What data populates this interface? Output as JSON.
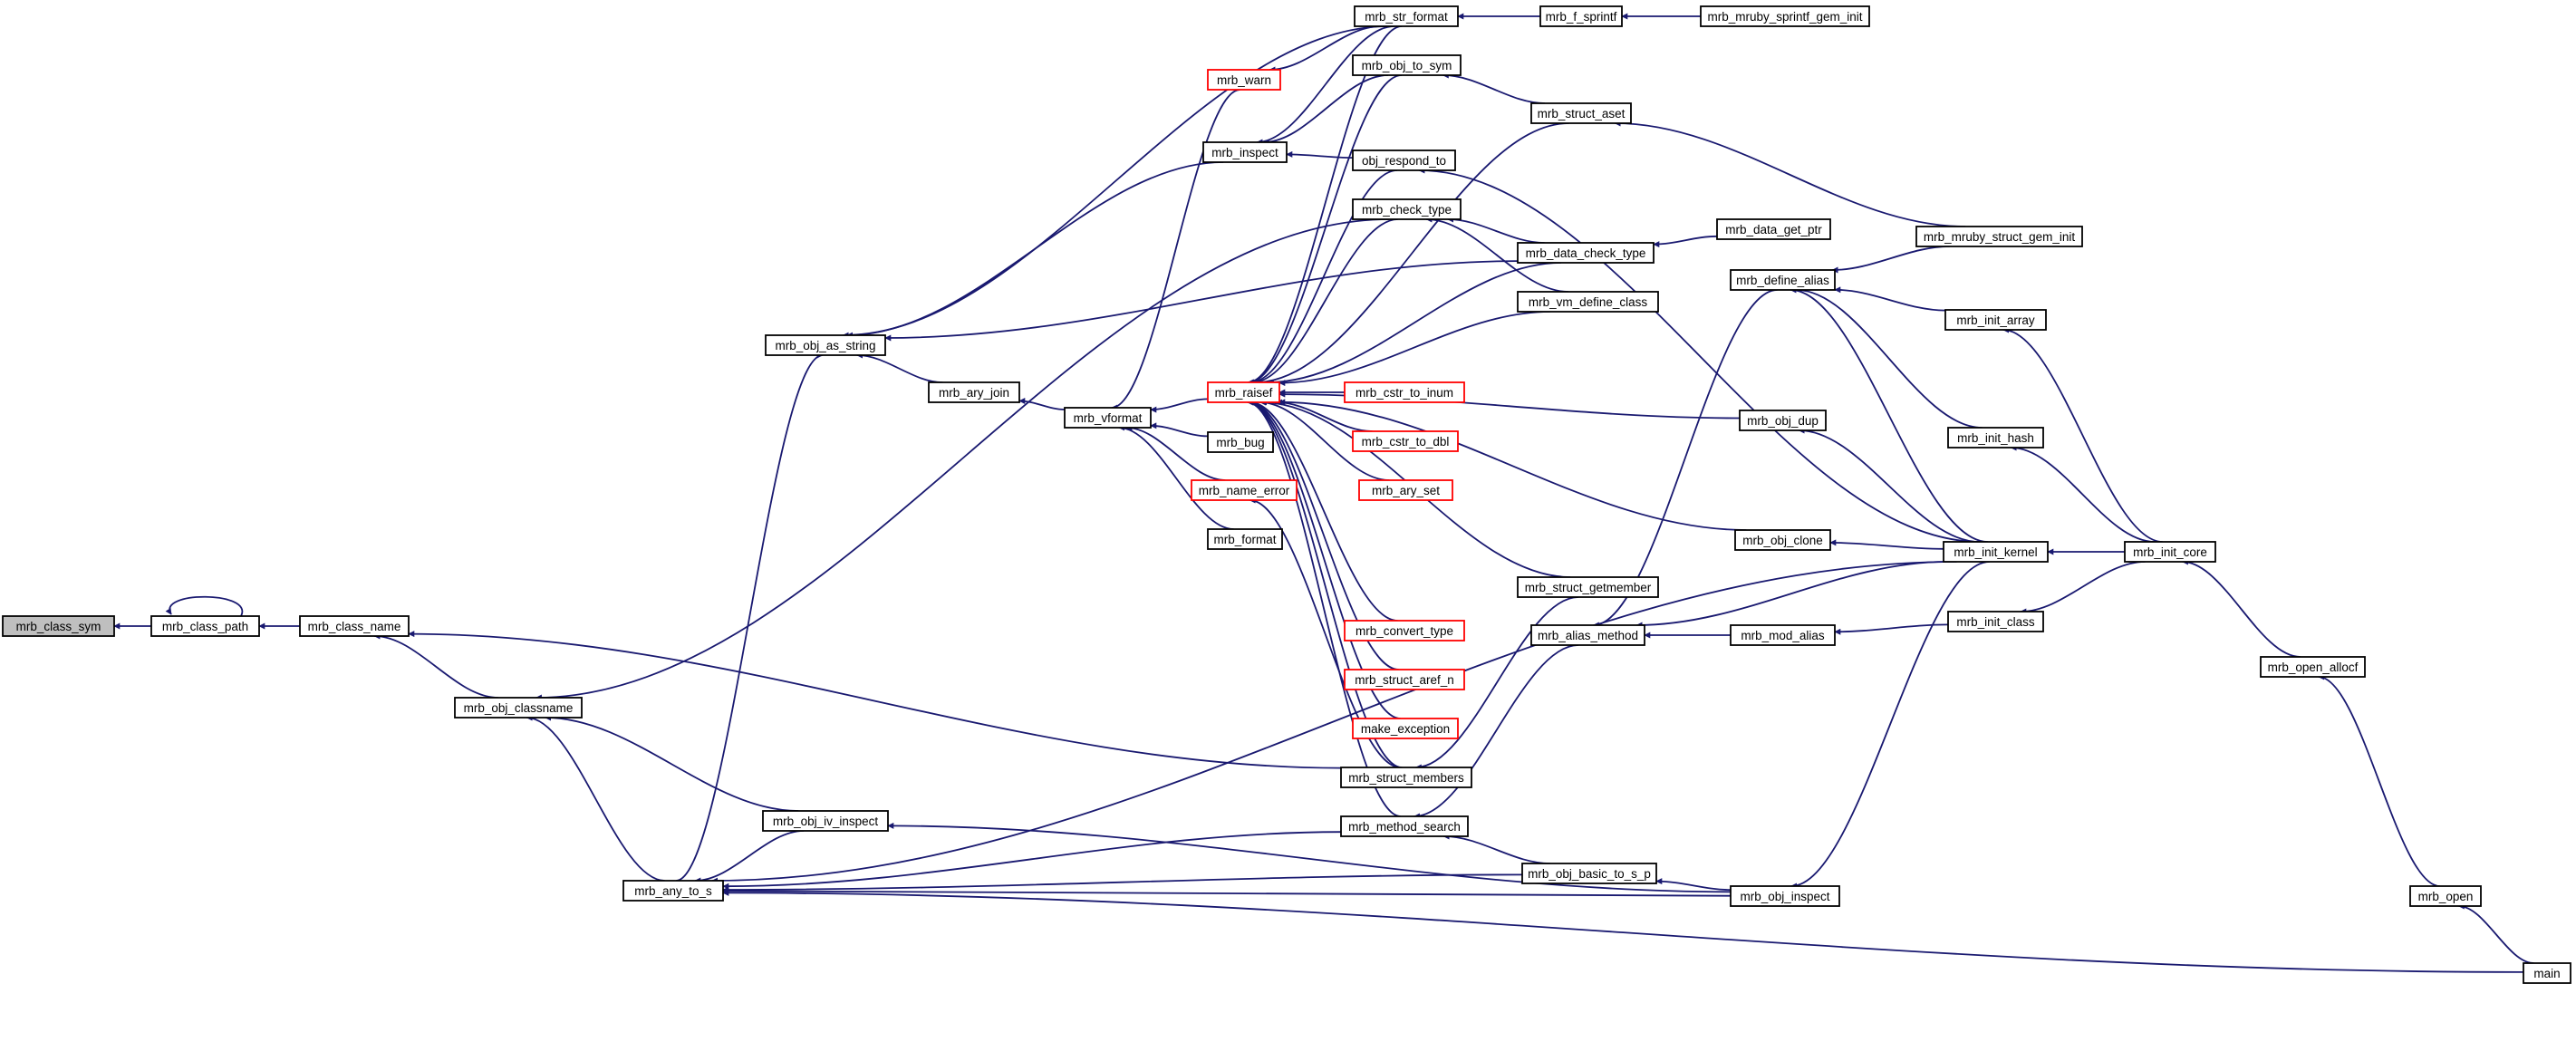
{
  "title": "",
  "graph": {
    "colors": {
      "edge": "#191970",
      "node_border": "#000000",
      "red_border": "#ff0000",
      "root_fill": "#bfbfbf",
      "node_fill": "#ffffff"
    },
    "nodes": [
      {
        "id": "mrb_class_sym",
        "label": "mrb_class_sym",
        "style": "root"
      },
      {
        "id": "mrb_class_path",
        "label": "mrb_class_path",
        "style": "normal"
      },
      {
        "id": "mrb_class_name",
        "label": "mrb_class_name",
        "style": "normal"
      },
      {
        "id": "mrb_obj_classname",
        "label": "mrb_obj_classname",
        "style": "normal"
      },
      {
        "id": "mrb_obj_as_string",
        "label": "mrb_obj_as_string",
        "style": "normal"
      },
      {
        "id": "mrb_any_to_s",
        "label": "mrb_any_to_s",
        "style": "normal"
      },
      {
        "id": "mrb_obj_iv_inspect",
        "label": "mrb_obj_iv_inspect",
        "style": "normal"
      },
      {
        "id": "mrb_ary_join",
        "label": "mrb_ary_join",
        "style": "normal"
      },
      {
        "id": "mrb_vformat",
        "label": "mrb_vformat",
        "style": "normal"
      },
      {
        "id": "mrb_warn",
        "label": "mrb_warn",
        "style": "red"
      },
      {
        "id": "mrb_inspect",
        "label": "mrb_inspect",
        "style": "normal"
      },
      {
        "id": "mrb_raisef",
        "label": "mrb_raisef",
        "style": "red"
      },
      {
        "id": "mrb_bug",
        "label": "mrb_bug",
        "style": "normal"
      },
      {
        "id": "mrb_name_error",
        "label": "mrb_name_error",
        "style": "red"
      },
      {
        "id": "mrb_format",
        "label": "mrb_format",
        "style": "normal"
      },
      {
        "id": "mrb_str_format",
        "label": "mrb_str_format",
        "style": "normal"
      },
      {
        "id": "mrb_obj_to_sym",
        "label": "mrb_obj_to_sym",
        "style": "normal"
      },
      {
        "id": "obj_respond_to",
        "label": "obj_respond_to",
        "style": "normal"
      },
      {
        "id": "mrb_check_type",
        "label": "mrb_check_type",
        "style": "normal"
      },
      {
        "id": "mrb_cstr_to_inum",
        "label": "mrb_cstr_to_inum",
        "style": "red"
      },
      {
        "id": "mrb_cstr_to_dbl",
        "label": "mrb_cstr_to_dbl",
        "style": "red"
      },
      {
        "id": "mrb_ary_set",
        "label": "mrb_ary_set",
        "style": "red"
      },
      {
        "id": "mrb_convert_type",
        "label": "mrb_convert_type",
        "style": "red"
      },
      {
        "id": "mrb_struct_aref_n",
        "label": "mrb_struct_aref_n",
        "style": "red"
      },
      {
        "id": "make_exception",
        "label": "make_exception",
        "style": "red"
      },
      {
        "id": "mrb_struct_members",
        "label": "mrb_struct_members",
        "style": "normal"
      },
      {
        "id": "mrb_method_search",
        "label": "mrb_method_search",
        "style": "normal"
      },
      {
        "id": "mrb_f_sprintf",
        "label": "mrb_f_sprintf",
        "style": "normal"
      },
      {
        "id": "mrb_struct_aset",
        "label": "mrb_struct_aset",
        "style": "normal"
      },
      {
        "id": "mrb_data_check_type",
        "label": "mrb_data_check_type",
        "style": "normal"
      },
      {
        "id": "mrb_vm_define_class",
        "label": "mrb_vm_define_class",
        "style": "normal"
      },
      {
        "id": "mrb_struct_getmember",
        "label": "mrb_struct_getmember",
        "style": "normal"
      },
      {
        "id": "mrb_alias_method",
        "label": "mrb_alias_method",
        "style": "normal"
      },
      {
        "id": "mrb_obj_basic_to_s_p",
        "label": "mrb_obj_basic_to_s_p",
        "style": "normal"
      },
      {
        "id": "mrb_mruby_sprintf_gem_init",
        "label": "mrb_mruby_sprintf_gem_init",
        "style": "normal"
      },
      {
        "id": "mrb_data_get_ptr",
        "label": "mrb_data_get_ptr",
        "style": "normal"
      },
      {
        "id": "mrb_define_alias",
        "label": "mrb_define_alias",
        "style": "normal"
      },
      {
        "id": "mrb_obj_dup",
        "label": "mrb_obj_dup",
        "style": "normal"
      },
      {
        "id": "mrb_obj_clone",
        "label": "mrb_obj_clone",
        "style": "normal"
      },
      {
        "id": "mrb_mod_alias",
        "label": "mrb_mod_alias",
        "style": "normal"
      },
      {
        "id": "mrb_obj_inspect",
        "label": "mrb_obj_inspect",
        "style": "normal"
      },
      {
        "id": "mrb_mruby_struct_gem_init",
        "label": "mrb_mruby_struct_gem_init",
        "style": "normal"
      },
      {
        "id": "mrb_init_array",
        "label": "mrb_init_array",
        "style": "normal"
      },
      {
        "id": "mrb_init_hash",
        "label": "mrb_init_hash",
        "style": "normal"
      },
      {
        "id": "mrb_init_kernel",
        "label": "mrb_init_kernel",
        "style": "normal"
      },
      {
        "id": "mrb_init_class",
        "label": "mrb_init_class",
        "style": "normal"
      },
      {
        "id": "mrb_init_core",
        "label": "mrb_init_core",
        "style": "normal"
      },
      {
        "id": "mrb_open_allocf",
        "label": "mrb_open_allocf",
        "style": "normal"
      },
      {
        "id": "mrb_open",
        "label": "mrb_open",
        "style": "normal"
      },
      {
        "id": "main",
        "label": "main",
        "style": "normal"
      }
    ],
    "edges": [
      [
        "mrb_class_path",
        "mrb_class_sym"
      ],
      [
        "mrb_class_path",
        "mrb_class_path"
      ],
      [
        "mrb_class_name",
        "mrb_class_path"
      ],
      [
        "mrb_obj_classname",
        "mrb_class_name"
      ],
      [
        "mrb_struct_members",
        "mrb_class_name"
      ],
      [
        "mrb_any_to_s",
        "mrb_obj_classname"
      ],
      [
        "mrb_obj_iv_inspect",
        "mrb_obj_classname"
      ],
      [
        "mrb_check_type",
        "mrb_obj_classname"
      ],
      [
        "mrb_any_to_s",
        "mrb_obj_as_string"
      ],
      [
        "mrb_ary_join",
        "mrb_obj_as_string"
      ],
      [
        "mrb_inspect",
        "mrb_obj_as_string"
      ],
      [
        "mrb_str_format",
        "mrb_obj_as_string"
      ],
      [
        "mrb_data_check_type",
        "mrb_obj_as_string"
      ],
      [
        "mrb_obj_iv_inspect",
        "mrb_any_to_s"
      ],
      [
        "mrb_method_search",
        "mrb_any_to_s"
      ],
      [
        "mrb_obj_basic_to_s_p",
        "mrb_any_to_s"
      ],
      [
        "mrb_obj_inspect",
        "mrb_any_to_s"
      ],
      [
        "mrb_init_kernel",
        "mrb_any_to_s"
      ],
      [
        "main",
        "mrb_any_to_s"
      ],
      [
        "mrb_obj_inspect",
        "mrb_obj_iv_inspect"
      ],
      [
        "mrb_vformat",
        "mrb_ary_join"
      ],
      [
        "mrb_raisef",
        "mrb_vformat"
      ],
      [
        "mrb_bug",
        "mrb_vformat"
      ],
      [
        "mrb_name_error",
        "mrb_vformat"
      ],
      [
        "mrb_format",
        "mrb_vformat"
      ],
      [
        "mrb_warn",
        "mrb_vformat"
      ],
      [
        "mrb_str_format",
        "mrb_warn"
      ],
      [
        "mrb_str_format",
        "mrb_inspect"
      ],
      [
        "mrb_obj_to_sym",
        "mrb_inspect"
      ],
      [
        "obj_respond_to",
        "mrb_inspect"
      ],
      [
        "mrb_str_format",
        "mrb_raisef"
      ],
      [
        "mrb_obj_to_sym",
        "mrb_raisef"
      ],
      [
        "mrb_struct_aset",
        "mrb_raisef"
      ],
      [
        "obj_respond_to",
        "mrb_raisef"
      ],
      [
        "mrb_check_type",
        "mrb_raisef"
      ],
      [
        "mrb_data_check_type",
        "mrb_raisef"
      ],
      [
        "mrb_vm_define_class",
        "mrb_raisef"
      ],
      [
        "mrb_cstr_to_inum",
        "mrb_raisef"
      ],
      [
        "mrb_cstr_to_dbl",
        "mrb_raisef"
      ],
      [
        "mrb_ary_set",
        "mrb_raisef"
      ],
      [
        "mrb_obj_dup",
        "mrb_raisef"
      ],
      [
        "mrb_obj_clone",
        "mrb_raisef"
      ],
      [
        "mrb_struct_getmember",
        "mrb_raisef"
      ],
      [
        "mrb_convert_type",
        "mrb_raisef"
      ],
      [
        "mrb_struct_aref_n",
        "mrb_raisef"
      ],
      [
        "make_exception",
        "mrb_raisef"
      ],
      [
        "mrb_struct_members",
        "mrb_raisef"
      ],
      [
        "mrb_method_search",
        "mrb_raisef"
      ],
      [
        "mrb_struct_members",
        "mrb_name_error"
      ],
      [
        "mrb_f_sprintf",
        "mrb_str_format"
      ],
      [
        "mrb_mruby_sprintf_gem_init",
        "mrb_f_sprintf"
      ],
      [
        "mrb_struct_aset",
        "mrb_obj_to_sym"
      ],
      [
        "mrb_init_kernel",
        "obj_respond_to"
      ],
      [
        "mrb_data_check_type",
        "mrb_check_type"
      ],
      [
        "mrb_vm_define_class",
        "mrb_check_type"
      ],
      [
        "mrb_mruby_struct_gem_init",
        "mrb_struct_aset"
      ],
      [
        "mrb_data_get_ptr",
        "mrb_data_check_type"
      ],
      [
        "mrb_struct_getmember",
        "mrb_struct_members"
      ],
      [
        "mrb_alias_method",
        "mrb_method_search"
      ],
      [
        "mrb_obj_basic_to_s_p",
        "mrb_method_search"
      ],
      [
        "mrb_obj_inspect",
        "mrb_obj_basic_to_s_p"
      ],
      [
        "mrb_define_alias",
        "mrb_alias_method"
      ],
      [
        "mrb_mod_alias",
        "mrb_alias_method"
      ],
      [
        "mrb_init_kernel",
        "mrb_alias_method"
      ],
      [
        "mrb_mruby_struct_gem_init",
        "mrb_define_alias"
      ],
      [
        "mrb_init_array",
        "mrb_define_alias"
      ],
      [
        "mrb_init_hash",
        "mrb_define_alias"
      ],
      [
        "mrb_init_kernel",
        "mrb_define_alias"
      ],
      [
        "mrb_init_kernel",
        "mrb_obj_dup"
      ],
      [
        "mrb_init_kernel",
        "mrb_obj_clone"
      ],
      [
        "mrb_init_kernel",
        "mrb_obj_inspect"
      ],
      [
        "mrb_init_class",
        "mrb_mod_alias"
      ],
      [
        "mrb_init_core",
        "mrb_init_array"
      ],
      [
        "mrb_init_core",
        "mrb_init_hash"
      ],
      [
        "mrb_init_core",
        "mrb_init_kernel"
      ],
      [
        "mrb_init_core",
        "mrb_init_class"
      ],
      [
        "mrb_open_allocf",
        "mrb_init_core"
      ],
      [
        "mrb_open",
        "mrb_open_allocf"
      ],
      [
        "main",
        "mrb_open"
      ]
    ]
  }
}
